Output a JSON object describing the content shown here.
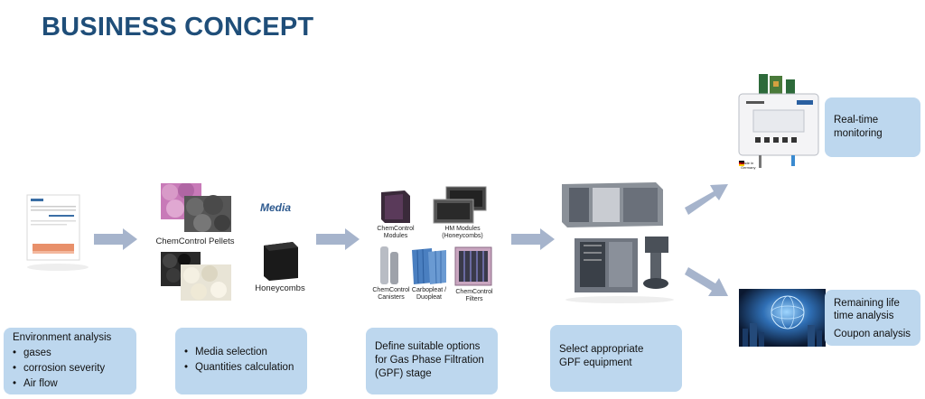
{
  "title": "BUSINESS CONCEPT",
  "step1": {
    "title": "Environment analysis",
    "items": [
      "gases",
      "corrosion severity",
      "Air flow"
    ]
  },
  "step2": {
    "items": [
      "Media selection",
      "Quantities calculation"
    ]
  },
  "step3": {
    "text": "Define suitable options for Gas Phase Filtration (GPF) stage"
  },
  "step4": {
    "text": "Select appropriate GPF equipment"
  },
  "out1": {
    "text": "Real-time monitoring"
  },
  "out2": {
    "line1": "Remaining life time analysis",
    "line2": "Coupon analysis"
  },
  "media": {
    "heading": "Media",
    "pellets": "ChemControl Pellets",
    "honeycombs": "Honeycombs"
  },
  "products": {
    "modules": "ChemControl Modules",
    "hm_modules": "HM Modules (Honeycombs)",
    "canisters": "ChemControl Canisters",
    "carbopleat": "Carbopleat / Duopleat",
    "filters": "ChemControl Filters"
  },
  "monitor_caption": "Made in Germany",
  "colors": {
    "title": "#1f4e79",
    "box": "#bdd7ee",
    "arrow": "#a6b4cc"
  },
  "icons": [
    "report-thumbnail",
    "pellets-image",
    "honeycomb-image",
    "filter-products-image",
    "gpf-equipment-image",
    "monitor-device-image",
    "network-globe-image"
  ]
}
